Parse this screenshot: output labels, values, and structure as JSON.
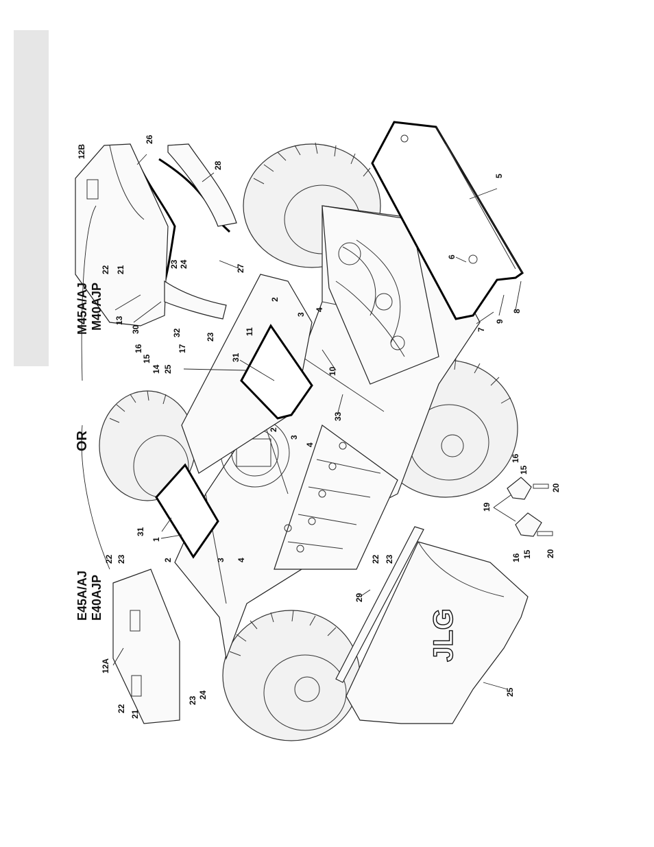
{
  "models": {
    "left_line1": "E45A/AJ",
    "left_line2": "E40AJP",
    "right_line1": "M45A/AJ",
    "right_line2": "M40AJP",
    "or_label": "OR"
  },
  "brand_logo_text": "JLG",
  "callouts": {
    "c_12b": "12B",
    "c_26": "26",
    "c_28": "28",
    "c_27": "27",
    "c_22_top": "22",
    "c_21_top": "21",
    "c_23_top": "23",
    "c_24_top": "24",
    "c_13": "13",
    "c_30": "30",
    "c_16_top": "16",
    "c_15_top": "15",
    "c_14": "14",
    "c_25_top": "25",
    "c_32": "32",
    "c_17": "17",
    "c_23_mid": "23",
    "c_31_top": "31",
    "c_11": "11",
    "c_10": "10",
    "c_33": "33",
    "c_2_a": "2",
    "c_3_a": "3",
    "c_4_a": "4",
    "c_2_b": "2",
    "c_3_b": "3",
    "c_4_b": "4",
    "c_5": "5",
    "c_6": "6",
    "c_7": "7",
    "c_8": "8",
    "c_9": "9",
    "c_31_left": "31",
    "c_1": "1",
    "c_2_c": "2",
    "c_3_c": "3",
    "c_4_c": "4",
    "c_22_left": "22",
    "c_23_left": "23",
    "c_12a": "12A",
    "c_22_bl": "22",
    "c_21_bl": "21",
    "c_23_bl": "23",
    "c_24_bl": "24",
    "c_29": "29",
    "c_22_br": "22",
    "c_23_br": "23",
    "c_25_bottom": "25",
    "c_19": "19",
    "c_16_r1": "16",
    "c_15_r1": "15",
    "c_20_r1": "20",
    "c_16_r2": "16",
    "c_15_r2": "15",
    "c_20_r2": "20"
  }
}
